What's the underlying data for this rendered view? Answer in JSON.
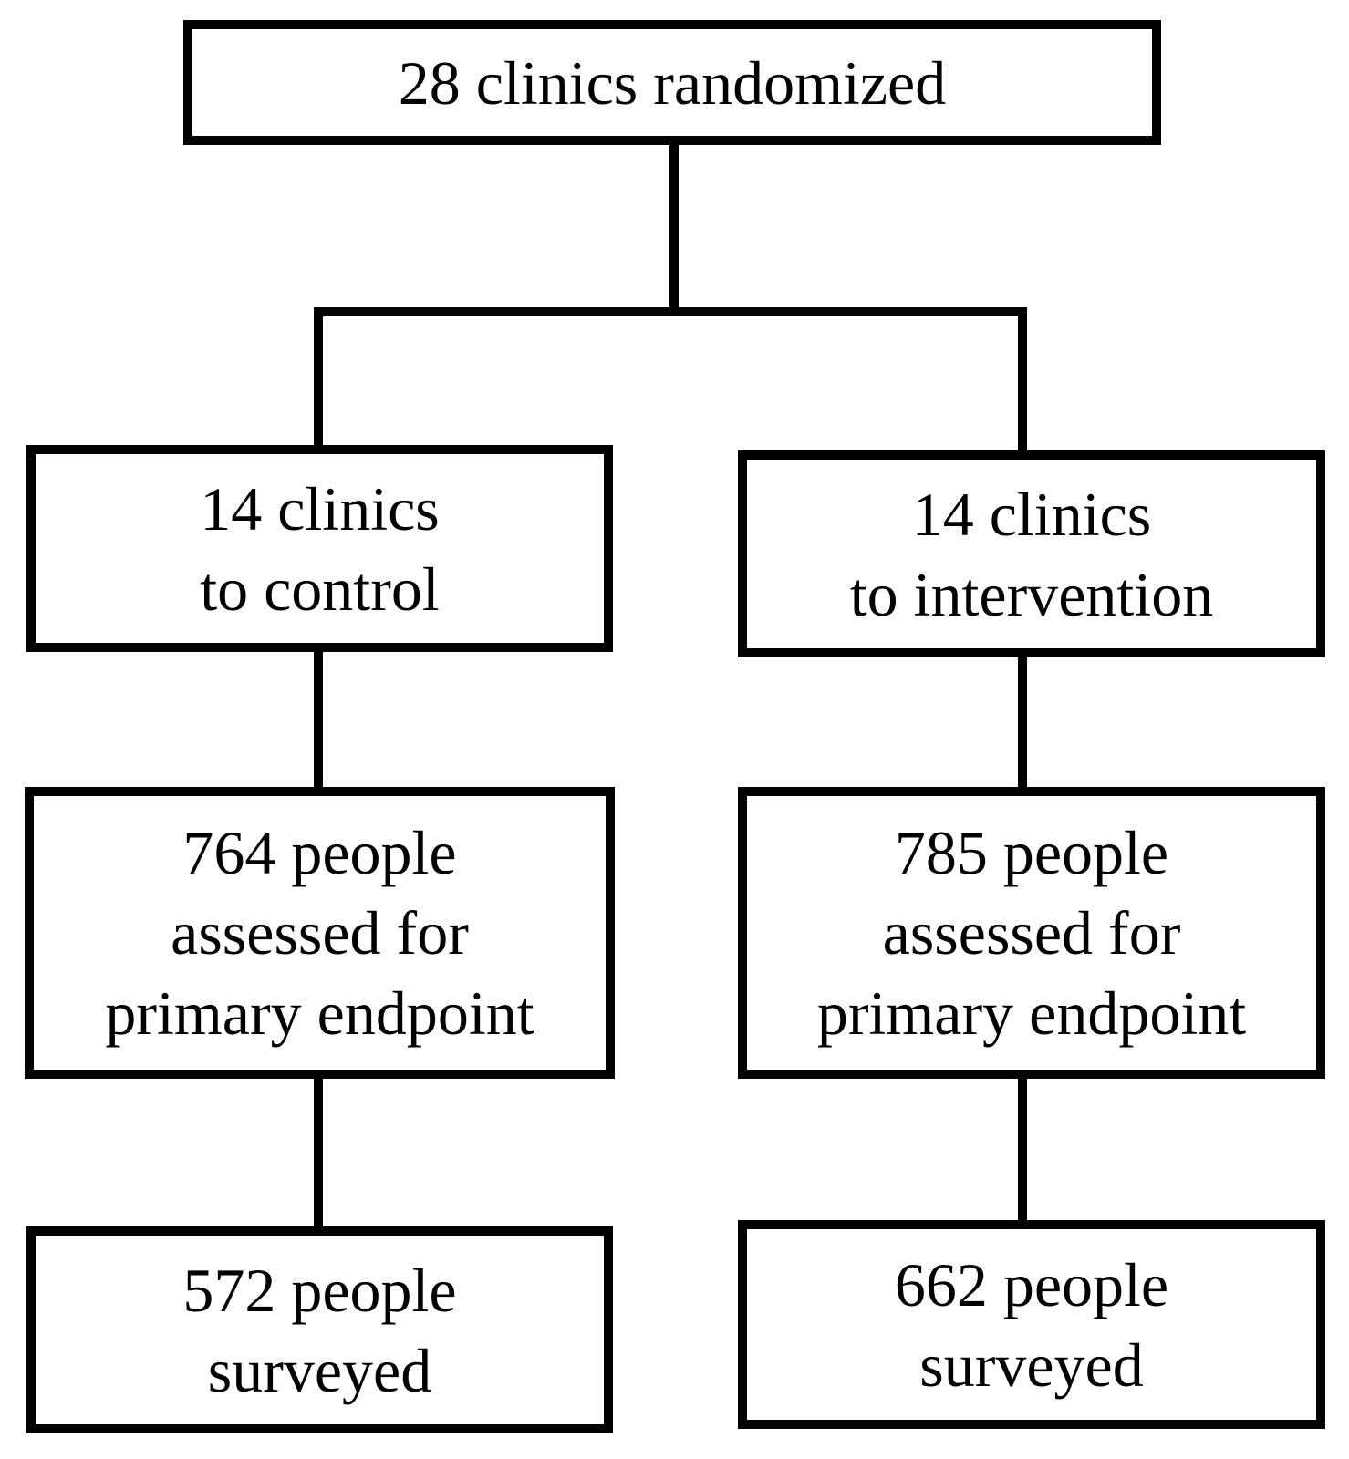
{
  "top": {
    "line1": "28 clinics randomized"
  },
  "control": {
    "allocation": [
      "14 clinics",
      "to control"
    ],
    "assessed": [
      "764 people",
      "assessed for",
      "primary endpoint"
    ],
    "surveyed": [
      "572 people",
      "surveyed"
    ]
  },
  "intervention": {
    "allocation": [
      "14 clinics",
      "to intervention"
    ],
    "assessed": [
      "785 people",
      "assessed for",
      "primary endpoint"
    ],
    "surveyed": [
      "662 people",
      "surveyed"
    ]
  }
}
